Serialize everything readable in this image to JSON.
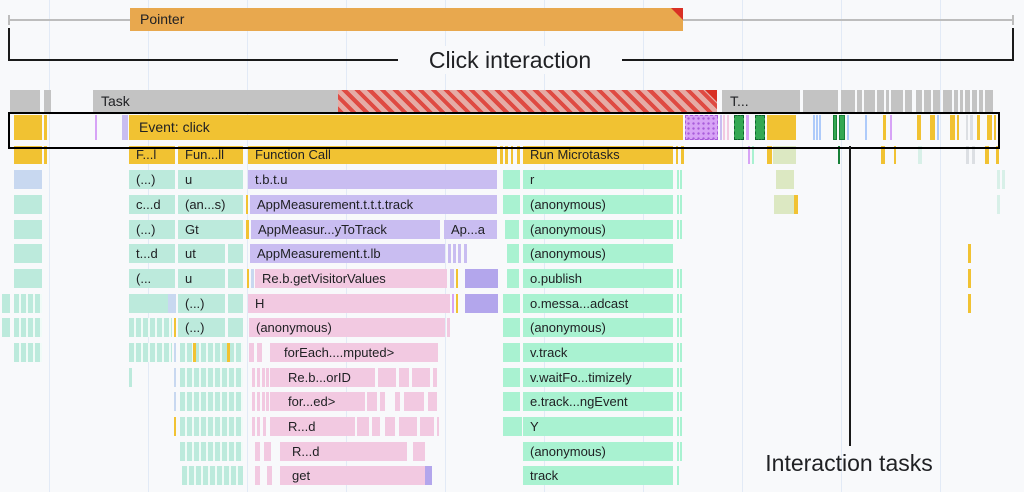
{
  "labels": {
    "click_interaction": "Click interaction",
    "interaction_tasks": "Interaction tasks"
  },
  "colors": {
    "scripting_yellow": "#F1C232",
    "interaction_orange": "#E8A84E",
    "task_gray": "#C3C3C3",
    "long_task_hatch_red": "#DF4A42",
    "function_call_purple": "#C9BDF1",
    "pink": "#F2C9E1",
    "teal": "#BCEADC",
    "microtask_mint": "#A9F2D1",
    "periwinkle_blue": "#C8D8F0",
    "violet": "#D7A3F6",
    "gc_green": "#34A853",
    "olive": "#DCE8C2",
    "annotation_black": "#1A1A1A"
  },
  "gridlines": [
    49,
    148,
    247,
    346,
    445,
    544,
    643,
    742,
    841,
    940
  ],
  "bar_schema": [
    "x",
    "y",
    "w",
    "h",
    "color",
    "label(optional)",
    "padding-left(optional)"
  ],
  "bars": [
    [
      8,
      19,
      122,
      2,
      "whisker"
    ],
    [
      8,
      15,
      2,
      10,
      "whisker"
    ],
    [
      683,
      19,
      330,
      2,
      "whisker"
    ],
    [
      1012,
      15,
      2,
      10,
      "whisker"
    ],
    [
      130,
      8,
      553,
      23,
      "orange",
      "Pointer",
      10
    ],
    [
      671,
      8,
      12,
      12,
      "tri"
    ],
    [
      10,
      90,
      30,
      22,
      "gray"
    ],
    [
      44,
      90,
      7,
      22,
      "gray"
    ],
    [
      93,
      90,
      623,
      22,
      "gray",
      "Task",
      8
    ],
    [
      338,
      90,
      379,
      22,
      "hatch"
    ],
    [
      705,
      90,
      12,
      12,
      "tri"
    ],
    [
      722,
      90,
      78,
      22,
      "gray",
      "T...",
      8
    ],
    [
      803,
      90,
      35,
      22,
      "gray"
    ],
    [
      841,
      90,
      14,
      22,
      "gray"
    ],
    [
      857,
      90,
      5,
      22,
      "gray"
    ],
    [
      864,
      90,
      11,
      22,
      "gray"
    ],
    [
      877,
      90,
      7,
      22,
      "gray"
    ],
    [
      886,
      90,
      3,
      22,
      "gray"
    ],
    [
      891,
      90,
      12,
      22,
      "gray"
    ],
    [
      905,
      90,
      7,
      22,
      "gray"
    ],
    [
      916,
      90,
      6,
      22,
      "gray"
    ],
    [
      924,
      90,
      7,
      22,
      "gray"
    ],
    [
      933,
      90,
      7,
      22,
      "gray"
    ],
    [
      943,
      90,
      9,
      22,
      "gray"
    ],
    [
      954,
      90,
      4,
      22,
      "gray"
    ],
    [
      960,
      90,
      3,
      22,
      "gray"
    ],
    [
      965,
      90,
      5,
      22,
      "gray"
    ],
    [
      972,
      90,
      5,
      22,
      "gray"
    ],
    [
      979,
      90,
      4,
      22,
      "gray"
    ],
    [
      985,
      90,
      8,
      22,
      "gray"
    ],
    [
      14,
      115,
      28,
      25,
      "yellow"
    ],
    [
      44,
      115,
      3,
      25,
      "yellow"
    ],
    [
      95,
      115,
      2,
      25,
      "violet"
    ],
    [
      122,
      115,
      6,
      25,
      "purple"
    ],
    [
      129,
      115,
      554,
      25,
      "yellow",
      "Event: click",
      10
    ],
    [
      685,
      115,
      33,
      25,
      "violetdot"
    ],
    [
      720,
      115,
      2,
      25,
      "purple"
    ],
    [
      723,
      115,
      2,
      25,
      "pink"
    ],
    [
      727,
      115,
      2,
      25,
      "pink"
    ],
    [
      734,
      115,
      10,
      25,
      "greendot"
    ],
    [
      746,
      115,
      3,
      25,
      "violet"
    ],
    [
      755,
      115,
      10,
      25,
      "greendot"
    ],
    [
      767,
      115,
      29,
      25,
      "yellow"
    ],
    [
      813,
      115,
      2,
      25,
      "blue"
    ],
    [
      816,
      115,
      2,
      25,
      "blue"
    ],
    [
      819,
      115,
      2,
      25,
      "blue"
    ],
    [
      833,
      115,
      4,
      25,
      "green"
    ],
    [
      839,
      115,
      6,
      25,
      "green"
    ],
    [
      847,
      115,
      2,
      25,
      "blue"
    ],
    [
      865,
      115,
      2,
      25,
      "blue"
    ],
    [
      883,
      115,
      3,
      25,
      "yellow"
    ],
    [
      890,
      115,
      2,
      25,
      "violet"
    ],
    [
      917,
      115,
      4,
      25,
      "yellow"
    ],
    [
      930,
      115,
      5,
      25,
      "yellow"
    ],
    [
      937,
      115,
      2,
      25,
      "blue"
    ],
    [
      950,
      115,
      5,
      25,
      "yellow"
    ],
    [
      957,
      115,
      2,
      25,
      "yellow"
    ],
    [
      966,
      115,
      2,
      25,
      "grayfaint"
    ],
    [
      970,
      115,
      3,
      25,
      "grayfaint"
    ],
    [
      977,
      115,
      3,
      25,
      "yellow"
    ],
    [
      987,
      115,
      5,
      25,
      "yellow"
    ],
    [
      994,
      115,
      2,
      25,
      "yellow"
    ],
    [
      14,
      146,
      28,
      18,
      "yellow"
    ],
    [
      44,
      146,
      3,
      18,
      "yellow"
    ],
    [
      129,
      146,
      46,
      18,
      "yellow",
      "F...l",
      7
    ],
    [
      178,
      146,
      65,
      18,
      "yellow",
      "Fun...ll",
      7
    ],
    [
      248,
      146,
      249,
      18,
      "yellow",
      "Function Call",
      7
    ],
    [
      500,
      146,
      3,
      18,
      "yellow"
    ],
    [
      505,
      146,
      3,
      18,
      "yellow"
    ],
    [
      511,
      146,
      2,
      18,
      "yellow"
    ],
    [
      517,
      146,
      3,
      18,
      "yellow"
    ],
    [
      523,
      146,
      150,
      18,
      "yellow",
      "Run Microtasks",
      7
    ],
    [
      676,
      146,
      2,
      18,
      "yellow"
    ],
    [
      681,
      146,
      3,
      18,
      "yellow"
    ],
    [
      748,
      146,
      2,
      18,
      "violet"
    ],
    [
      752,
      146,
      2,
      18,
      "mint"
    ],
    [
      767,
      146,
      5,
      18,
      "yellow"
    ],
    [
      773,
      146,
      23,
      18,
      "olive"
    ],
    [
      838,
      146,
      2,
      18,
      "green"
    ],
    [
      881,
      146,
      4,
      18,
      "yellow"
    ],
    [
      894,
      146,
      2,
      18,
      "yellow"
    ],
    [
      918,
      146,
      4,
      18,
      "tealfaint"
    ],
    [
      966,
      146,
      3,
      18,
      "grayfaint"
    ],
    [
      972,
      146,
      3,
      18,
      "grayfaint"
    ],
    [
      985,
      146,
      4,
      18,
      "yellow"
    ],
    [
      996,
      146,
      3,
      18,
      "yellow"
    ],
    [
      14,
      170,
      28,
      19,
      "peri"
    ],
    [
      129,
      170,
      46,
      19,
      "teal",
      "(...)",
      7
    ],
    [
      178,
      170,
      65,
      19,
      "teal",
      "u",
      7
    ],
    [
      248,
      170,
      249,
      19,
      "purple",
      "t.b.t.u",
      7
    ],
    [
      503,
      170,
      17,
      19,
      "mint"
    ],
    [
      523,
      170,
      150,
      19,
      "mint",
      "r",
      7
    ],
    [
      677,
      170,
      2,
      19,
      "mint"
    ],
    [
      680,
      170,
      2,
      19,
      "mint"
    ],
    [
      776,
      170,
      18,
      19,
      "olive"
    ],
    [
      997,
      170,
      3,
      19,
      "tealfaint"
    ],
    [
      1002,
      170,
      3,
      19,
      "tealfaint"
    ],
    [
      14,
      195,
      28,
      19,
      "teal"
    ],
    [
      129,
      195,
      46,
      19,
      "teal",
      "c...d",
      7
    ],
    [
      178,
      195,
      65,
      19,
      "teal",
      "(an...s)",
      7
    ],
    [
      246,
      195,
      2,
      19,
      "yellow"
    ],
    [
      250,
      195,
      247,
      19,
      "purple",
      "AppMeasurement.t.t.t.track",
      7
    ],
    [
      503,
      195,
      17,
      19,
      "mint"
    ],
    [
      523,
      195,
      150,
      19,
      "mint",
      "(anonymous)",
      7
    ],
    [
      677,
      195,
      2,
      19,
      "mint"
    ],
    [
      680,
      195,
      2,
      19,
      "mint"
    ],
    [
      774,
      195,
      20,
      19,
      "olive"
    ],
    [
      794,
      195,
      4,
      19,
      "yellow"
    ],
    [
      997,
      195,
      3,
      19,
      "tealfaint"
    ],
    [
      14,
      220,
      28,
      19,
      "teal"
    ],
    [
      129,
      220,
      46,
      19,
      "teal",
      "(...)",
      7
    ],
    [
      178,
      220,
      65,
      19,
      "teal",
      "Gt",
      7
    ],
    [
      246,
      220,
      3,
      19,
      "yellow"
    ],
    [
      251,
      220,
      189,
      19,
      "purple",
      "AppMeasur...yToTrack",
      7
    ],
    [
      444,
      220,
      53,
      19,
      "purple",
      "Ap...a",
      7
    ],
    [
      505,
      220,
      14,
      19,
      "mint"
    ],
    [
      523,
      220,
      150,
      19,
      "mint",
      "(anonymous)",
      7
    ],
    [
      677,
      220,
      2,
      19,
      "mint"
    ],
    [
      680,
      220,
      2,
      19,
      "mint"
    ],
    [
      14,
      244,
      28,
      19,
      "teal"
    ],
    [
      129,
      244,
      46,
      19,
      "teal",
      "t...d",
      7
    ],
    [
      178,
      244,
      47,
      19,
      "teal",
      "ut",
      7
    ],
    [
      228,
      244,
      15,
      19,
      "teal"
    ],
    [
      250,
      244,
      195,
      19,
      "purple",
      "AppMeasurement.t.lb",
      7
    ],
    [
      448,
      244,
      3,
      19,
      "purple"
    ],
    [
      453,
      244,
      3,
      19,
      "purple"
    ],
    [
      458,
      244,
      3,
      19,
      "purple"
    ],
    [
      464,
      244,
      3,
      19,
      "purple"
    ],
    [
      507,
      244,
      12,
      19,
      "mint"
    ],
    [
      523,
      244,
      150,
      19,
      "mint",
      "(anonymous)",
      7
    ],
    [
      968,
      244,
      3,
      19,
      "yellow"
    ],
    [
      14,
      269,
      28,
      19,
      "teal"
    ],
    [
      129,
      269,
      46,
      19,
      "teal",
      "(...",
      7
    ],
    [
      178,
      269,
      47,
      19,
      "teal",
      "u",
      7
    ],
    [
      228,
      269,
      15,
      19,
      "teal"
    ],
    [
      247,
      269,
      2,
      19,
      "yellow"
    ],
    [
      251,
      269,
      3,
      19,
      "peri"
    ],
    [
      255,
      269,
      192,
      19,
      "pink",
      "Re.b.getVisitorValues",
      7
    ],
    [
      450,
      269,
      4,
      19,
      "purple"
    ],
    [
      456,
      269,
      2,
      19,
      "yellow"
    ],
    [
      465,
      269,
      33,
      19,
      "purple2"
    ],
    [
      507,
      269,
      12,
      19,
      "mint"
    ],
    [
      523,
      269,
      150,
      19,
      "mint",
      "o.publish",
      7
    ],
    [
      677,
      269,
      2,
      19,
      "mint"
    ],
    [
      680,
      269,
      2,
      19,
      "mint"
    ],
    [
      968,
      269,
      3,
      19,
      "yellow"
    ],
    [
      2,
      294,
      8,
      19,
      "teal"
    ],
    [
      14,
      294,
      28,
      19,
      "tealstr"
    ],
    [
      129,
      294,
      39,
      19,
      "teal"
    ],
    [
      168,
      294,
      8,
      19,
      "peri"
    ],
    [
      178,
      294,
      47,
      19,
      "teal",
      "(...)",
      7
    ],
    [
      228,
      294,
      15,
      19,
      "teal"
    ],
    [
      248,
      294,
      202,
      19,
      "pink",
      "H",
      7
    ],
    [
      452,
      294,
      2,
      19,
      "violet"
    ],
    [
      456,
      294,
      2,
      19,
      "yellow"
    ],
    [
      465,
      294,
      33,
      19,
      "purple2"
    ],
    [
      503,
      294,
      17,
      19,
      "mint"
    ],
    [
      523,
      294,
      150,
      19,
      "mint",
      "o.messa...adcast",
      7
    ],
    [
      677,
      294,
      2,
      19,
      "mint"
    ],
    [
      680,
      294,
      2,
      19,
      "mint"
    ],
    [
      968,
      294,
      3,
      19,
      "yellow"
    ],
    [
      2,
      318,
      8,
      19,
      "teal"
    ],
    [
      14,
      318,
      28,
      19,
      "tealstr"
    ],
    [
      129,
      318,
      43,
      19,
      "tealstr"
    ],
    [
      174,
      318,
      2,
      19,
      "yellow"
    ],
    [
      178,
      318,
      47,
      19,
      "teal",
      "(...)",
      7
    ],
    [
      228,
      318,
      15,
      19,
      "teal"
    ],
    [
      249,
      318,
      196,
      19,
      "pink",
      "(anonymous)",
      7
    ],
    [
      447,
      318,
      3,
      19,
      "pink"
    ],
    [
      503,
      318,
      17,
      19,
      "mint"
    ],
    [
      523,
      318,
      150,
      19,
      "mint",
      "(anonymous)",
      7
    ],
    [
      677,
      318,
      2,
      19,
      "mint"
    ],
    [
      680,
      318,
      2,
      19,
      "mint"
    ],
    [
      14,
      343,
      28,
      19,
      "tealstr"
    ],
    [
      129,
      343,
      43,
      19,
      "tealstr"
    ],
    [
      174,
      343,
      2,
      19,
      "peri"
    ],
    [
      180,
      343,
      63,
      19,
      "tealstr"
    ],
    [
      193,
      343,
      3,
      19,
      "yellow"
    ],
    [
      227,
      343,
      3,
      19,
      "yellow"
    ],
    [
      249,
      343,
      5,
      19,
      "pink"
    ],
    [
      257,
      343,
      5,
      19,
      "pink"
    ],
    [
      270,
      343,
      168,
      19,
      "pink",
      "forEach....mputed>",
      14
    ],
    [
      503,
      343,
      17,
      19,
      "mint"
    ],
    [
      523,
      343,
      150,
      19,
      "mint",
      "v.track",
      7
    ],
    [
      677,
      343,
      2,
      19,
      "mint"
    ],
    [
      680,
      343,
      2,
      19,
      "mint"
    ],
    [
      129,
      368,
      3,
      19,
      "teal"
    ],
    [
      174,
      368,
      2,
      19,
      "peri"
    ],
    [
      180,
      368,
      63,
      19,
      "tealstr"
    ],
    [
      252,
      368,
      3,
      19,
      "pink"
    ],
    [
      257,
      368,
      3,
      19,
      "pink"
    ],
    [
      262,
      368,
      3,
      19,
      "pink"
    ],
    [
      266,
      368,
      3,
      19,
      "pink"
    ],
    [
      270,
      368,
      105,
      19,
      "pink",
      "Re.b...orID",
      18
    ],
    [
      378,
      368,
      18,
      19,
      "pink"
    ],
    [
      399,
      368,
      10,
      19,
      "pink"
    ],
    [
      412,
      368,
      18,
      19,
      "pink"
    ],
    [
      433,
      368,
      4,
      19,
      "pink"
    ],
    [
      503,
      368,
      17,
      19,
      "mint"
    ],
    [
      523,
      368,
      150,
      19,
      "mint",
      "v.waitFo...timizely",
      7
    ],
    [
      677,
      368,
      2,
      19,
      "mint"
    ],
    [
      680,
      368,
      2,
      19,
      "mint"
    ],
    [
      174,
      392,
      2,
      19,
      "peri"
    ],
    [
      180,
      392,
      63,
      19,
      "tealstr"
    ],
    [
      252,
      392,
      3,
      19,
      "pink"
    ],
    [
      257,
      392,
      3,
      19,
      "pink"
    ],
    [
      262,
      392,
      3,
      19,
      "pink"
    ],
    [
      266,
      392,
      3,
      19,
      "pink"
    ],
    [
      270,
      392,
      95,
      19,
      "pink",
      "for...ed>",
      18
    ],
    [
      367,
      392,
      10,
      19,
      "pink"
    ],
    [
      380,
      392,
      5,
      19,
      "pink"
    ],
    [
      395,
      392,
      5,
      19,
      "pink"
    ],
    [
      404,
      392,
      20,
      19,
      "pink"
    ],
    [
      428,
      392,
      9,
      19,
      "pink"
    ],
    [
      503,
      392,
      17,
      19,
      "mint"
    ],
    [
      523,
      392,
      150,
      19,
      "mint",
      "e.track...ngEvent",
      7
    ],
    [
      677,
      392,
      2,
      19,
      "mint"
    ],
    [
      680,
      392,
      2,
      19,
      "mint"
    ],
    [
      174,
      417,
      2,
      19,
      "yellow"
    ],
    [
      180,
      417,
      63,
      19,
      "tealstr"
    ],
    [
      252,
      417,
      3,
      19,
      "pink"
    ],
    [
      257,
      417,
      3,
      19,
      "pink"
    ],
    [
      263,
      417,
      3,
      19,
      "pink"
    ],
    [
      270,
      417,
      85,
      19,
      "pink",
      "R...d",
      18
    ],
    [
      357,
      417,
      12,
      19,
      "pink"
    ],
    [
      372,
      417,
      8,
      19,
      "pink"
    ],
    [
      385,
      417,
      10,
      19,
      "pink"
    ],
    [
      399,
      417,
      18,
      19,
      "pink"
    ],
    [
      420,
      417,
      14,
      19,
      "pink"
    ],
    [
      437,
      417,
      2,
      19,
      "pink"
    ],
    [
      503,
      417,
      17,
      19,
      "mint"
    ],
    [
      520,
      417,
      2,
      19,
      "mint"
    ],
    [
      523,
      417,
      150,
      19,
      "mint",
      "Y",
      7
    ],
    [
      677,
      417,
      2,
      19,
      "mint"
    ],
    [
      680,
      417,
      2,
      19,
      "mint"
    ],
    [
      180,
      442,
      63,
      19,
      "tealstr"
    ],
    [
      255,
      442,
      5,
      19,
      "pink"
    ],
    [
      264,
      442,
      7,
      19,
      "pink"
    ],
    [
      280,
      442,
      127,
      19,
      "pink",
      "R...d",
      12
    ],
    [
      413,
      442,
      12,
      19,
      "pink"
    ],
    [
      523,
      442,
      150,
      19,
      "mint",
      "(anonymous)",
      7
    ],
    [
      677,
      442,
      2,
      19,
      "mint"
    ],
    [
      680,
      442,
      2,
      19,
      "mint"
    ],
    [
      182,
      466,
      61,
      19,
      "tealstr"
    ],
    [
      255,
      466,
      5,
      19,
      "pink"
    ],
    [
      267,
      466,
      5,
      19,
      "pink"
    ],
    [
      280,
      466,
      145,
      19,
      "pink",
      "get",
      12
    ],
    [
      425,
      466,
      7,
      19,
      "purple2"
    ],
    [
      523,
      466,
      150,
      19,
      "mint",
      "track",
      7
    ],
    [
      677,
      466,
      2,
      19,
      "mint"
    ]
  ]
}
